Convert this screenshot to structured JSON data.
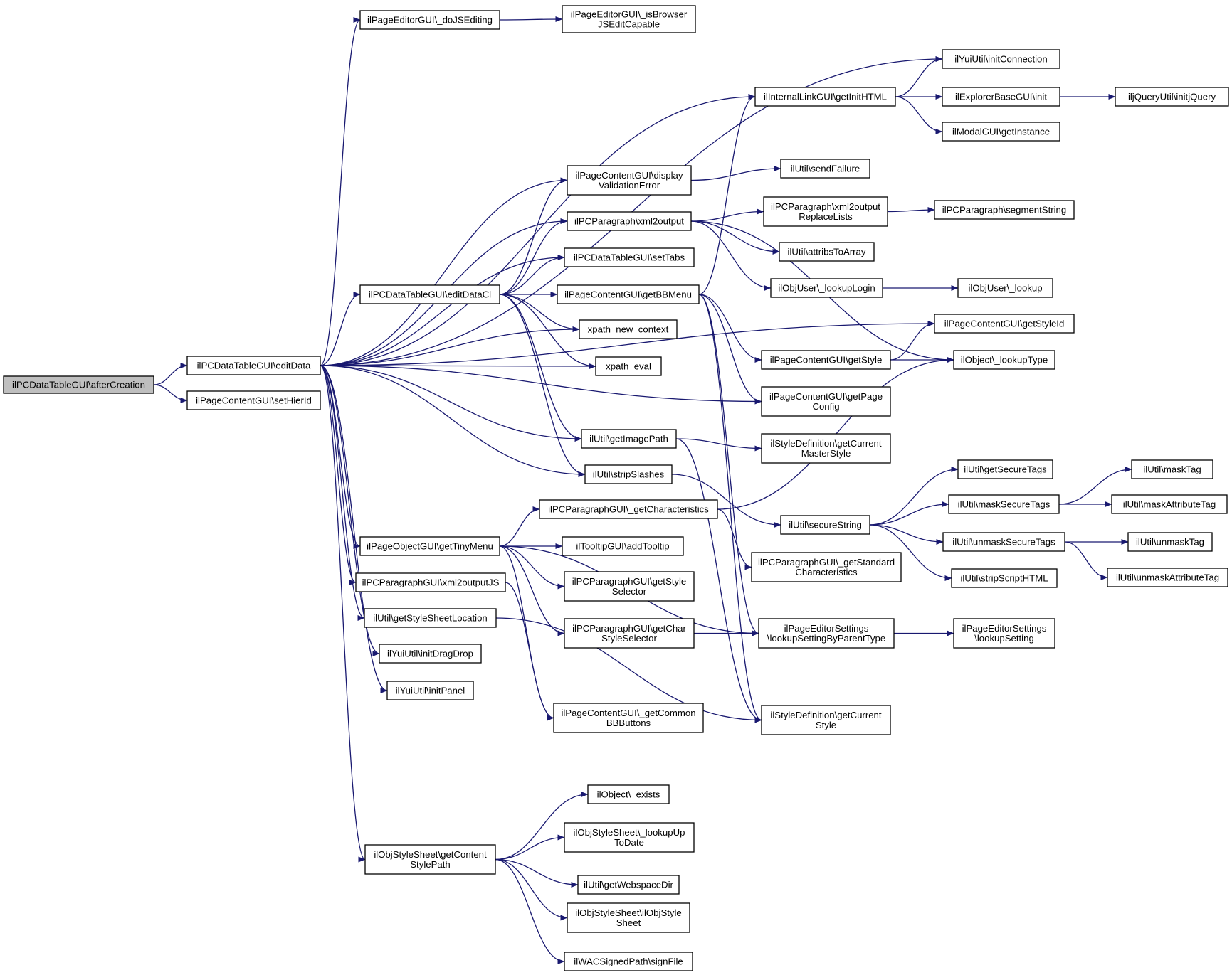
{
  "graph": {
    "edge_color": "#191970",
    "node_fill": "#ffffff",
    "root_fill": "#bfbfbf",
    "nodes": [
      {
        "id": "root",
        "lines": [
          "ilPCDataTableGUI\\afterCreation"
        ]
      },
      {
        "id": "editData",
        "lines": [
          "ilPCDataTableGUI\\editData"
        ]
      },
      {
        "id": "setHierId",
        "lines": [
          "ilPageContentGUI\\setHierId"
        ]
      },
      {
        "id": "doJSEditing",
        "lines": [
          "ilPageEditorGUI\\_doJSEditing"
        ]
      },
      {
        "id": "isBrowserJSEditCapable",
        "lines": [
          "ilPageEditorGUI\\_isBrowser",
          "JSEditCapable"
        ]
      },
      {
        "id": "initConnection",
        "lines": [
          "ilYuiUtil\\initConnection"
        ]
      },
      {
        "id": "getInitHTML",
        "lines": [
          "ilInternalLinkGUI\\getInitHTML"
        ]
      },
      {
        "id": "explorerInit",
        "lines": [
          "ilExplorerBaseGUI\\init"
        ]
      },
      {
        "id": "initjQuery",
        "lines": [
          "iljQueryUtil\\initjQuery"
        ]
      },
      {
        "id": "modalGetInstance",
        "lines": [
          "ilModalGUI\\getInstance"
        ]
      },
      {
        "id": "sendFailure",
        "lines": [
          "ilUtil\\sendFailure"
        ]
      },
      {
        "id": "displayValidationError",
        "lines": [
          "ilPageContentGUI\\display",
          "ValidationError"
        ]
      },
      {
        "id": "xml2output",
        "lines": [
          "ilPCParagraph\\xml2output"
        ]
      },
      {
        "id": "xml2outputReplaceLists",
        "lines": [
          "ilPCParagraph\\xml2output",
          "ReplaceLists"
        ]
      },
      {
        "id": "segmentString",
        "lines": [
          "ilPCParagraph\\segmentString"
        ]
      },
      {
        "id": "attribsToArray",
        "lines": [
          "ilUtil\\attribsToArray"
        ]
      },
      {
        "id": "setTabs",
        "lines": [
          "ilPCDataTableGUI\\setTabs"
        ]
      },
      {
        "id": "editDataCl",
        "lines": [
          "ilPCDataTableGUI\\editDataCl"
        ]
      },
      {
        "id": "getBBMenu",
        "lines": [
          "ilPageContentGUI\\getBBMenu"
        ]
      },
      {
        "id": "lookupLogin",
        "lines": [
          "ilObjUser\\_lookupLogin"
        ]
      },
      {
        "id": "objUserLookup",
        "lines": [
          "ilObjUser\\_lookup"
        ]
      },
      {
        "id": "getStyleId",
        "lines": [
          "ilPageContentGUI\\getStyleId"
        ]
      },
      {
        "id": "xpathNewContext",
        "lines": [
          "xpath_new_context"
        ]
      },
      {
        "id": "getStyle",
        "lines": [
          "ilPageContentGUI\\getStyle"
        ]
      },
      {
        "id": "lookupType",
        "lines": [
          "ilObject\\_lookupType"
        ]
      },
      {
        "id": "xpathEval",
        "lines": [
          "xpath_eval"
        ]
      },
      {
        "id": "getPageConfig",
        "lines": [
          "ilPageContentGUI\\getPage",
          "Config"
        ]
      },
      {
        "id": "getImagePath",
        "lines": [
          "ilUtil\\getImagePath"
        ]
      },
      {
        "id": "getCurrentMasterStyle",
        "lines": [
          "ilStyleDefinition\\getCurrent",
          "MasterStyle"
        ]
      },
      {
        "id": "stripSlashes",
        "lines": [
          "ilUtil\\stripSlashes"
        ]
      },
      {
        "id": "getSecureTags",
        "lines": [
          "ilUtil\\getSecureTags"
        ]
      },
      {
        "id": "maskTag",
        "lines": [
          "ilUtil\\maskTag"
        ]
      },
      {
        "id": "getCharacteristics",
        "lines": [
          "ilPCParagraphGUI\\_getCharacteristics"
        ]
      },
      {
        "id": "maskSecureTags",
        "lines": [
          "ilUtil\\maskSecureTags"
        ]
      },
      {
        "id": "maskAttributeTag",
        "lines": [
          "ilUtil\\maskAttributeTag"
        ]
      },
      {
        "id": "secureString",
        "lines": [
          "ilUtil\\secureString"
        ]
      },
      {
        "id": "getTinyMenu",
        "lines": [
          "ilPageObjectGUI\\getTinyMenu"
        ]
      },
      {
        "id": "addTooltip",
        "lines": [
          "ilTooltipGUI\\addTooltip"
        ]
      },
      {
        "id": "unmaskSecureTags",
        "lines": [
          "ilUtil\\unmaskSecureTags"
        ]
      },
      {
        "id": "unmaskTag",
        "lines": [
          "ilUtil\\unmaskTag"
        ]
      },
      {
        "id": "getStandardCharacteristics",
        "lines": [
          "ilPCParagraphGUI\\_getStandard",
          "Characteristics"
        ]
      },
      {
        "id": "stripScriptHTML",
        "lines": [
          "ilUtil\\stripScriptHTML"
        ]
      },
      {
        "id": "unmaskAttributeTag",
        "lines": [
          "ilUtil\\unmaskAttributeTag"
        ]
      },
      {
        "id": "xml2outputJS",
        "lines": [
          "ilPCParagraphGUI\\xml2outputJS"
        ]
      },
      {
        "id": "getStyleSelector",
        "lines": [
          "ilPCParagraphGUI\\getStyle",
          "Selector"
        ]
      },
      {
        "id": "getStyleSheetLocation",
        "lines": [
          "ilUtil\\getStyleSheetLocation"
        ]
      },
      {
        "id": "getCharStyleSelector",
        "lines": [
          "ilPCParagraphGUI\\getChar",
          "StyleSelector"
        ]
      },
      {
        "id": "lookupSettingByParentType",
        "lines": [
          "ilPageEditorSettings",
          "\\lookupSettingByParentType"
        ]
      },
      {
        "id": "lookupSetting",
        "lines": [
          "ilPageEditorSettings",
          "\\lookupSetting"
        ]
      },
      {
        "id": "initDragDrop",
        "lines": [
          "ilYuiUtil\\initDragDrop"
        ]
      },
      {
        "id": "initPanel",
        "lines": [
          "ilYuiUtil\\initPanel"
        ]
      },
      {
        "id": "getCommonBBButtons",
        "lines": [
          "ilPageContentGUI\\_getCommon",
          "BBButtons"
        ]
      },
      {
        "id": "getCurrentStyle",
        "lines": [
          "ilStyleDefinition\\getCurrent",
          "Style"
        ]
      },
      {
        "id": "objectExists",
        "lines": [
          "ilObject\\_exists"
        ]
      },
      {
        "id": "lookupUpToDate",
        "lines": [
          "ilObjStyleSheet\\_lookupUp",
          "ToDate"
        ]
      },
      {
        "id": "getContentStylePath",
        "lines": [
          "ilObjStyleSheet\\getContent",
          "StylePath"
        ]
      },
      {
        "id": "getWebspaceDir",
        "lines": [
          "ilUtil\\getWebspaceDir"
        ]
      },
      {
        "id": "ilObjStyleSheetCtor",
        "lines": [
          "ilObjStyleSheet\\ilObjStyle",
          "Sheet"
        ]
      },
      {
        "id": "signFile",
        "lines": [
          "ilWACSignedPath\\signFile"
        ]
      }
    ],
    "edges": [
      [
        "root",
        "editData"
      ],
      [
        "root",
        "setHierId"
      ],
      [
        "editData",
        "doJSEditing"
      ],
      [
        "editData",
        "initConnection"
      ],
      [
        "editData",
        "getInitHTML"
      ],
      [
        "editData",
        "getStyleId"
      ],
      [
        "editData",
        "displayValidationError"
      ],
      [
        "editData",
        "xml2output"
      ],
      [
        "editData",
        "setTabs"
      ],
      [
        "editData",
        "editDataCl"
      ],
      [
        "editData",
        "xpathNewContext"
      ],
      [
        "editData",
        "xpathEval"
      ],
      [
        "editData",
        "getPageConfig"
      ],
      [
        "editData",
        "getImagePath"
      ],
      [
        "editData",
        "stripSlashes"
      ],
      [
        "editData",
        "getTinyMenu"
      ],
      [
        "editData",
        "xml2outputJS"
      ],
      [
        "editData",
        "getStyleSheetLocation"
      ],
      [
        "editData",
        "initDragDrop"
      ],
      [
        "editData",
        "initPanel"
      ],
      [
        "editData",
        "getContentStylePath"
      ],
      [
        "doJSEditing",
        "isBrowserJSEditCapable"
      ],
      [
        "getInitHTML",
        "initConnection"
      ],
      [
        "getInitHTML",
        "explorerInit"
      ],
      [
        "getInitHTML",
        "modalGetInstance"
      ],
      [
        "explorerInit",
        "initjQuery"
      ],
      [
        "displayValidationError",
        "sendFailure"
      ],
      [
        "xml2output",
        "xml2outputReplaceLists"
      ],
      [
        "xml2output",
        "attribsToArray"
      ],
      [
        "xml2output",
        "lookupLogin"
      ],
      [
        "xml2output",
        "lookupType"
      ],
      [
        "xml2outputReplaceLists",
        "segmentString"
      ],
      [
        "lookupLogin",
        "objUserLookup"
      ],
      [
        "editDataCl",
        "displayValidationError"
      ],
      [
        "editDataCl",
        "xml2output"
      ],
      [
        "editDataCl",
        "setTabs"
      ],
      [
        "editDataCl",
        "getBBMenu"
      ],
      [
        "editDataCl",
        "xpathNewContext"
      ],
      [
        "editDataCl",
        "xpathEval"
      ],
      [
        "editDataCl",
        "getImagePath"
      ],
      [
        "editDataCl",
        "stripSlashes"
      ],
      [
        "getBBMenu",
        "getInitHTML"
      ],
      [
        "getBBMenu",
        "getStyle"
      ],
      [
        "getBBMenu",
        "getPageConfig"
      ],
      [
        "getBBMenu",
        "lookupSettingByParentType"
      ],
      [
        "getBBMenu",
        "getCurrentStyle"
      ],
      [
        "getStyle",
        "getStyleId"
      ],
      [
        "getStyle",
        "lookupType"
      ],
      [
        "getImagePath",
        "getCurrentMasterStyle"
      ],
      [
        "getImagePath",
        "getCurrentStyle"
      ],
      [
        "stripSlashes",
        "secureString"
      ],
      [
        "secureString",
        "getSecureTags"
      ],
      [
        "secureString",
        "maskSecureTags"
      ],
      [
        "secureString",
        "unmaskSecureTags"
      ],
      [
        "secureString",
        "stripScriptHTML"
      ],
      [
        "maskSecureTags",
        "maskTag"
      ],
      [
        "maskSecureTags",
        "maskAttributeTag"
      ],
      [
        "unmaskSecureTags",
        "unmaskTag"
      ],
      [
        "unmaskSecureTags",
        "unmaskAttributeTag"
      ],
      [
        "getCharacteristics",
        "lookupType"
      ],
      [
        "getCharacteristics",
        "getStandardCharacteristics"
      ],
      [
        "getTinyMenu",
        "getCharacteristics"
      ],
      [
        "getTinyMenu",
        "addTooltip"
      ],
      [
        "getTinyMenu",
        "getStyleSelector"
      ],
      [
        "getTinyMenu",
        "getCharStyleSelector"
      ],
      [
        "getTinyMenu",
        "lookupSettingByParentType"
      ],
      [
        "getTinyMenu",
        "getCommonBBButtons"
      ],
      [
        "xml2outputJS",
        "getCommonBBButtons"
      ],
      [
        "getCharStyleSelector",
        "lookupSettingByParentType"
      ],
      [
        "lookupSettingByParentType",
        "lookupSetting"
      ],
      [
        "getStyleSheetLocation",
        "getCurrentStyle"
      ],
      [
        "getContentStylePath",
        "objectExists"
      ],
      [
        "getContentStylePath",
        "lookupUpToDate"
      ],
      [
        "getContentStylePath",
        "getWebspaceDir"
      ],
      [
        "getContentStylePath",
        "ilObjStyleSheetCtor"
      ],
      [
        "getContentStylePath",
        "signFile"
      ]
    ]
  }
}
